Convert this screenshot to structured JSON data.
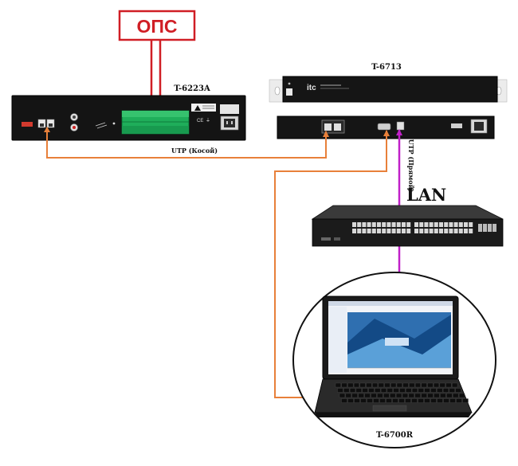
{
  "labels": {
    "ops": "ОПС",
    "t6223a": "T-6223A",
    "t6713": "T-6713",
    "utp_cross": "UTP (Косой)",
    "utp_straight": "UTP (Прямой)",
    "lan": "LAN",
    "t6700r": "T-6700R",
    "brand": "itc"
  },
  "colors": {
    "ops_line": "#d01e25",
    "utp_cross_line": "#e8803a",
    "lan_line": "#c020c8",
    "device_body": "#111111"
  },
  "icons": [
    "laptop-icon",
    "network-switch-icon",
    "power-socket-icon",
    "rj45-port-icon",
    "terminal-block-icon"
  ]
}
